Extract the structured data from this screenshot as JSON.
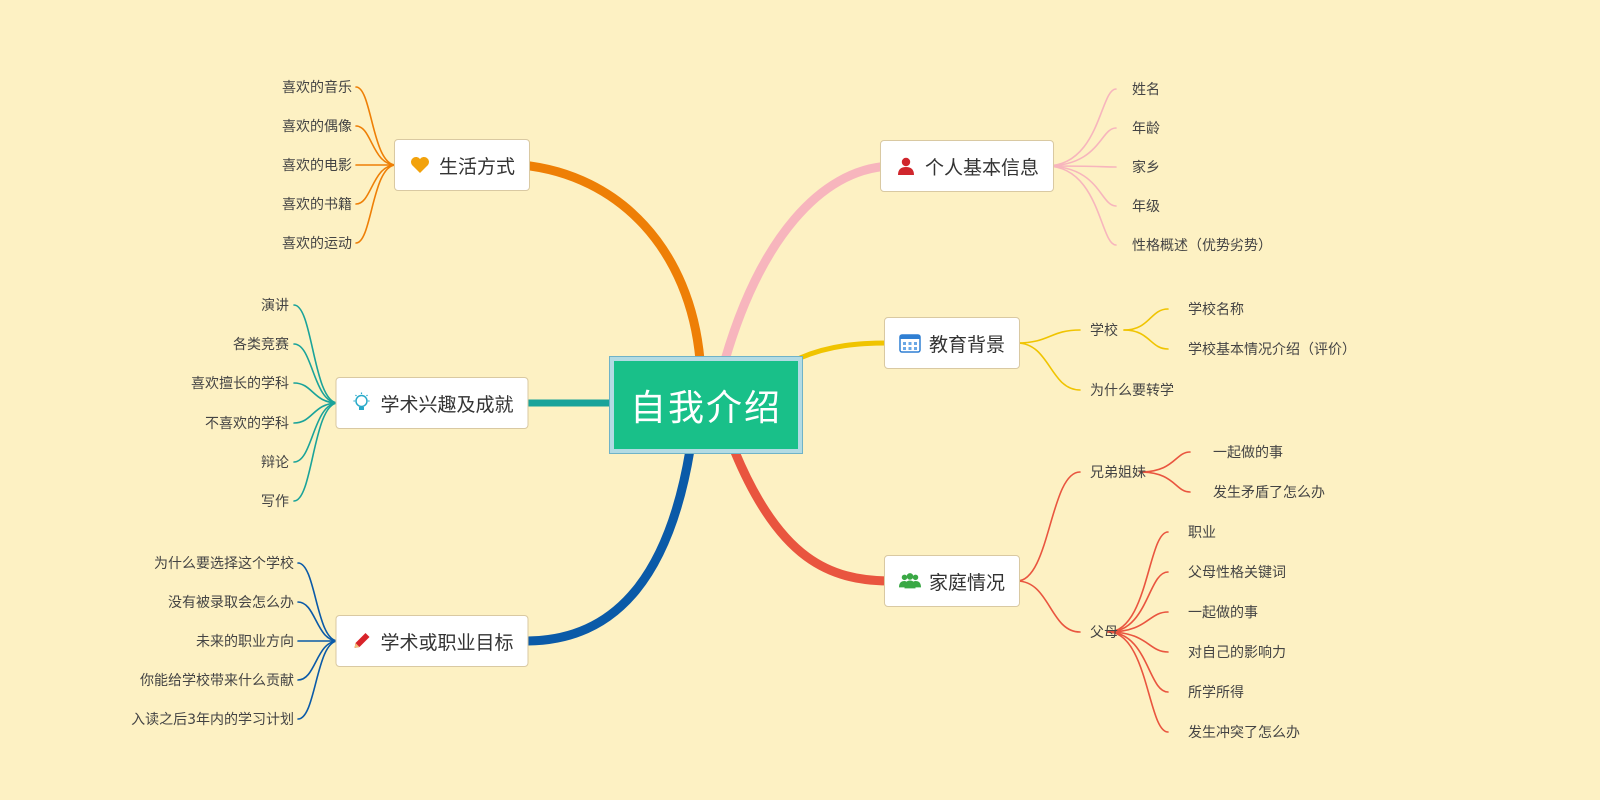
{
  "root": {
    "label": "自我介绍",
    "color": "#19c089"
  },
  "branches": {
    "life": {
      "label": "生活方式",
      "icon": "heart-icon",
      "color": "#ee7f06",
      "leaves": [
        "喜欢的音乐",
        "喜欢的偶像",
        "喜欢的电影",
        "喜欢的书籍",
        "喜欢的运动"
      ]
    },
    "academic": {
      "label": "学术兴趣及成就",
      "icon": "lightbulb-icon",
      "color": "#1aa39a",
      "leaves": [
        "演讲",
        "各类竞赛",
        "喜欢擅长的学科",
        "不喜欢的学科",
        "辩论",
        "写作"
      ]
    },
    "goals": {
      "label": "学术或职业目标",
      "icon": "pencil-icon",
      "color": "#0a5aa8",
      "leaves": [
        "为什么要选择这个学校",
        "没有被录取会怎么办",
        "未来的职业方向",
        "你能给学校带来什么贡献",
        "入读之后3年内的学习计划"
      ]
    },
    "personal": {
      "label": "个人基本信息",
      "icon": "person-icon",
      "color": "#f7b5bd",
      "leaves": [
        "姓名",
        "年龄",
        "家乡",
        "年级",
        "性格概述（优势劣势）"
      ]
    },
    "education": {
      "label": "教育背景",
      "icon": "calendar-icon",
      "color": "#f0c400",
      "school": "学校",
      "school_leaves": [
        "学校名称",
        "学校基本情况介绍（评价）"
      ],
      "why_transfer": "为什么要转学"
    },
    "family": {
      "label": "家庭情况",
      "icon": "group-icon",
      "color": "#e9553f",
      "siblings": "兄弟姐妹",
      "sibling_leaves": [
        "一起做的事",
        "发生矛盾了怎么办"
      ],
      "parents": "父母",
      "parent_leaves": [
        "职业",
        "父母性格关键词",
        "一起做的事",
        "对自己的影响力",
        "所学所得",
        "发生冲突了怎么办"
      ]
    }
  }
}
